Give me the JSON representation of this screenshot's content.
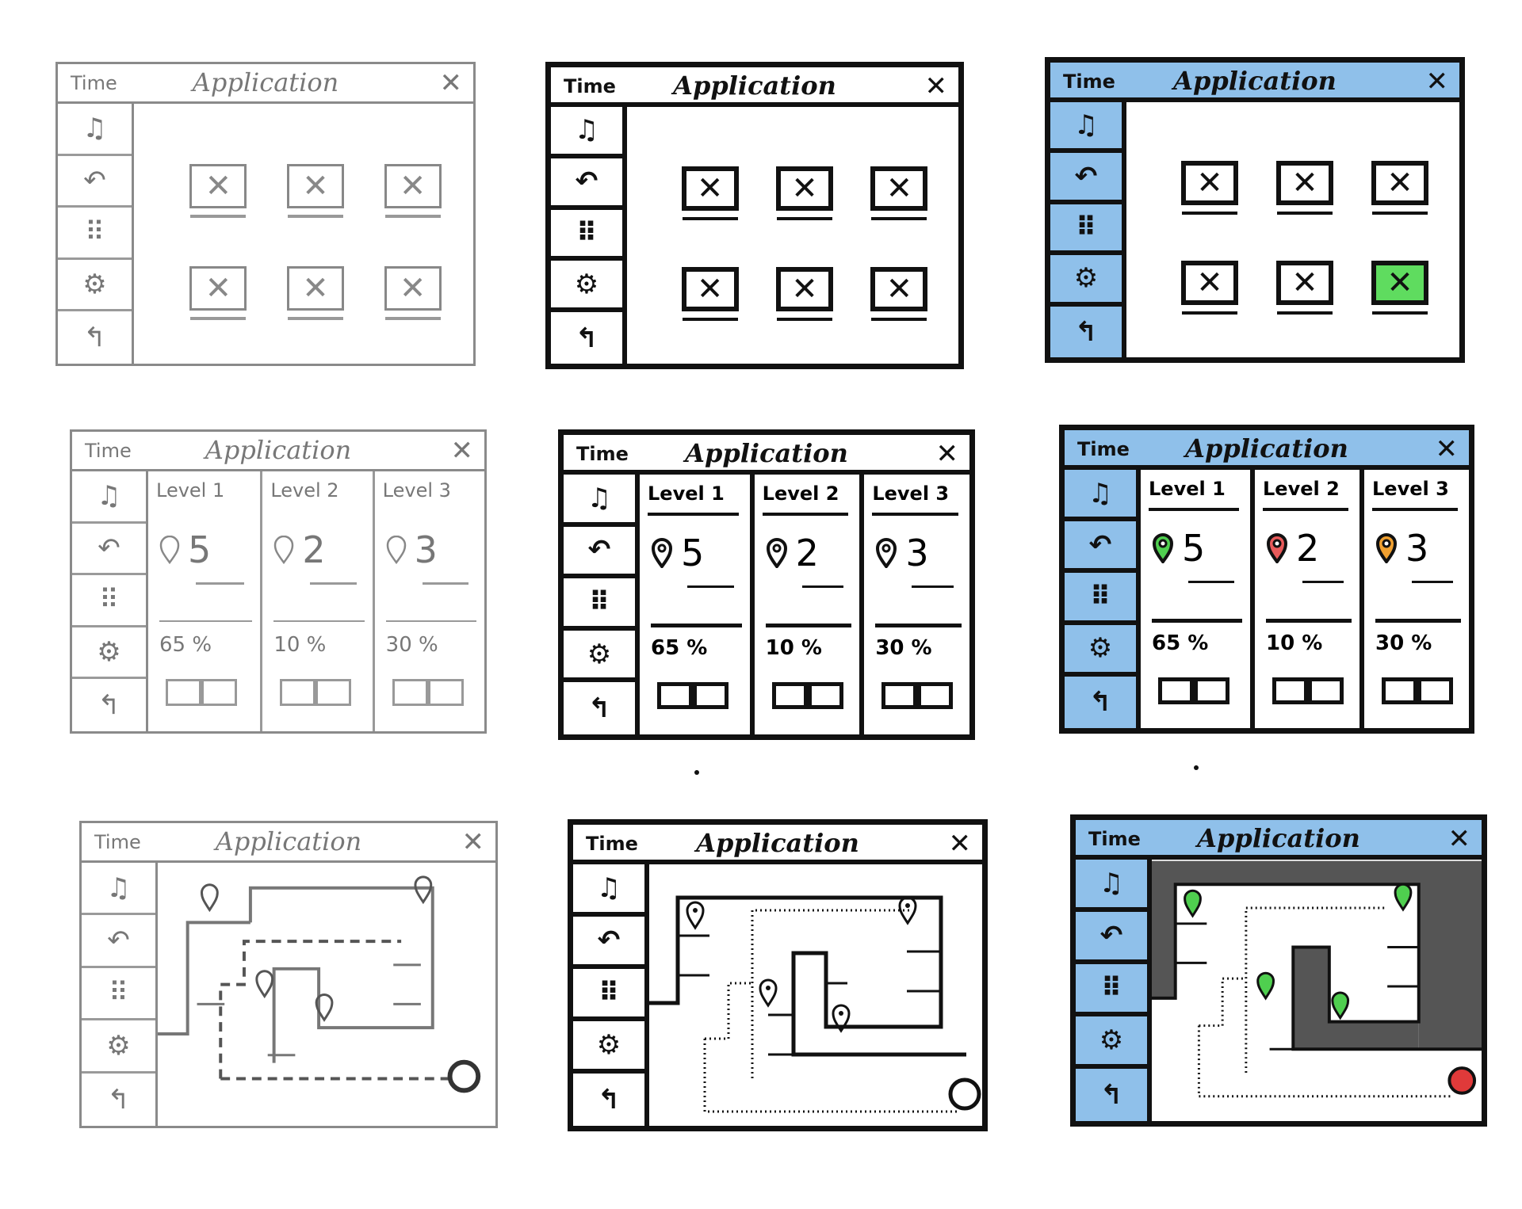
{
  "app": {
    "time_label": "Time",
    "title": "Application",
    "close_label": "✕"
  },
  "sidebar": {
    "items": [
      {
        "icon": "music-icon",
        "glyph": "♫"
      },
      {
        "icon": "phone-icon",
        "glyph": "↶"
      },
      {
        "icon": "apps-grid-icon",
        "glyph": "⠿"
      },
      {
        "icon": "settings-gears-icon",
        "glyph": "⚙"
      },
      {
        "icon": "back-arrow-icon",
        "glyph": "↰"
      }
    ]
  },
  "screens": {
    "icon_grid": {
      "tiles": [
        "✕",
        "✕",
        "✕",
        "✕",
        "✕",
        "✕"
      ],
      "active_tile_index": 5,
      "active_color": "#5fdc5f"
    },
    "levels": {
      "items": [
        {
          "name": "Level 1",
          "count": "5",
          "percent": "65 %",
          "pin_color": "#4fcf4f"
        },
        {
          "name": "Level 2",
          "count": "2",
          "percent": "10 %",
          "pin_color": "#e85a5a"
        },
        {
          "name": "Level 3",
          "count": "3",
          "percent": "30 %",
          "pin_color": "#f0a030"
        }
      ]
    },
    "map": {
      "goal_color": "#e03a3a",
      "wall_color": "#555555"
    }
  },
  "colors": {
    "accent_blue": "#8fc0ea",
    "ink": "#111111",
    "pencil": "#8a8a8a"
  }
}
